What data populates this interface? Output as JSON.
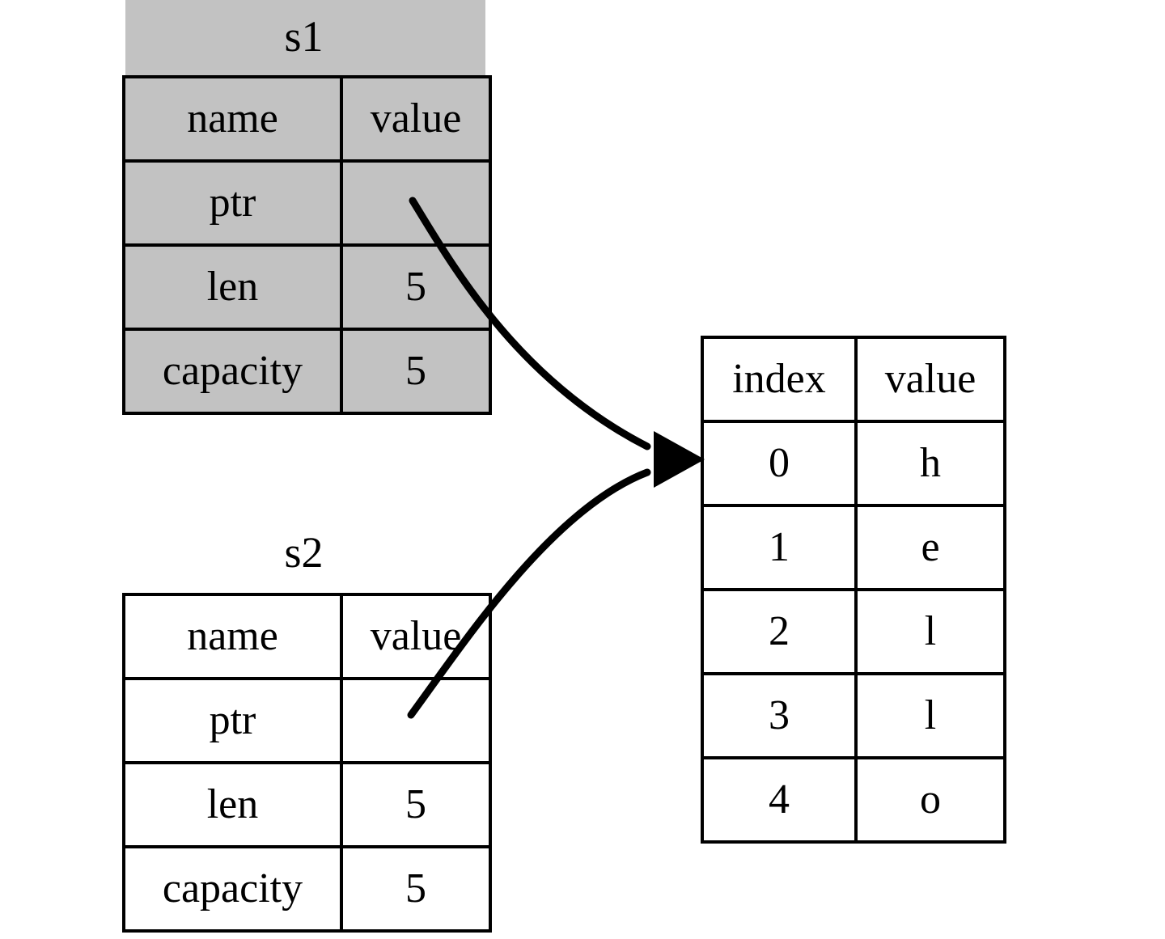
{
  "diagram": {
    "title_hidden": "",
    "colors": {
      "shaded_fill": "#c2c2c2",
      "plain_fill": "#ffffff",
      "stroke": "#000000"
    },
    "structs": [
      {
        "caption": "s1",
        "shaded": true,
        "header": {
          "name": "name",
          "value": "value"
        },
        "rows": [
          {
            "name": "ptr",
            "value": ""
          },
          {
            "name": "len",
            "value": "5"
          },
          {
            "name": "capacity",
            "value": "5"
          }
        ]
      },
      {
        "caption": "s2",
        "shaded": false,
        "header": {
          "name": "name",
          "value": "value"
        },
        "rows": [
          {
            "name": "ptr",
            "value": ""
          },
          {
            "name": "len",
            "value": "5"
          },
          {
            "name": "capacity",
            "value": "5"
          }
        ]
      }
    ],
    "heap": {
      "header": {
        "index": "index",
        "value": "value"
      },
      "rows": [
        {
          "index": "0",
          "value": "h"
        },
        {
          "index": "1",
          "value": "e"
        },
        {
          "index": "2",
          "value": "l"
        },
        {
          "index": "3",
          "value": "l"
        },
        {
          "index": "4",
          "value": "o"
        }
      ]
    },
    "pointers": [
      {
        "from": "s1.ptr",
        "to": "heap.row.0",
        "icon": "arrow-curve-icon"
      },
      {
        "from": "s2.ptr",
        "to": "heap.row.0",
        "icon": "arrow-curve-icon"
      }
    ]
  }
}
